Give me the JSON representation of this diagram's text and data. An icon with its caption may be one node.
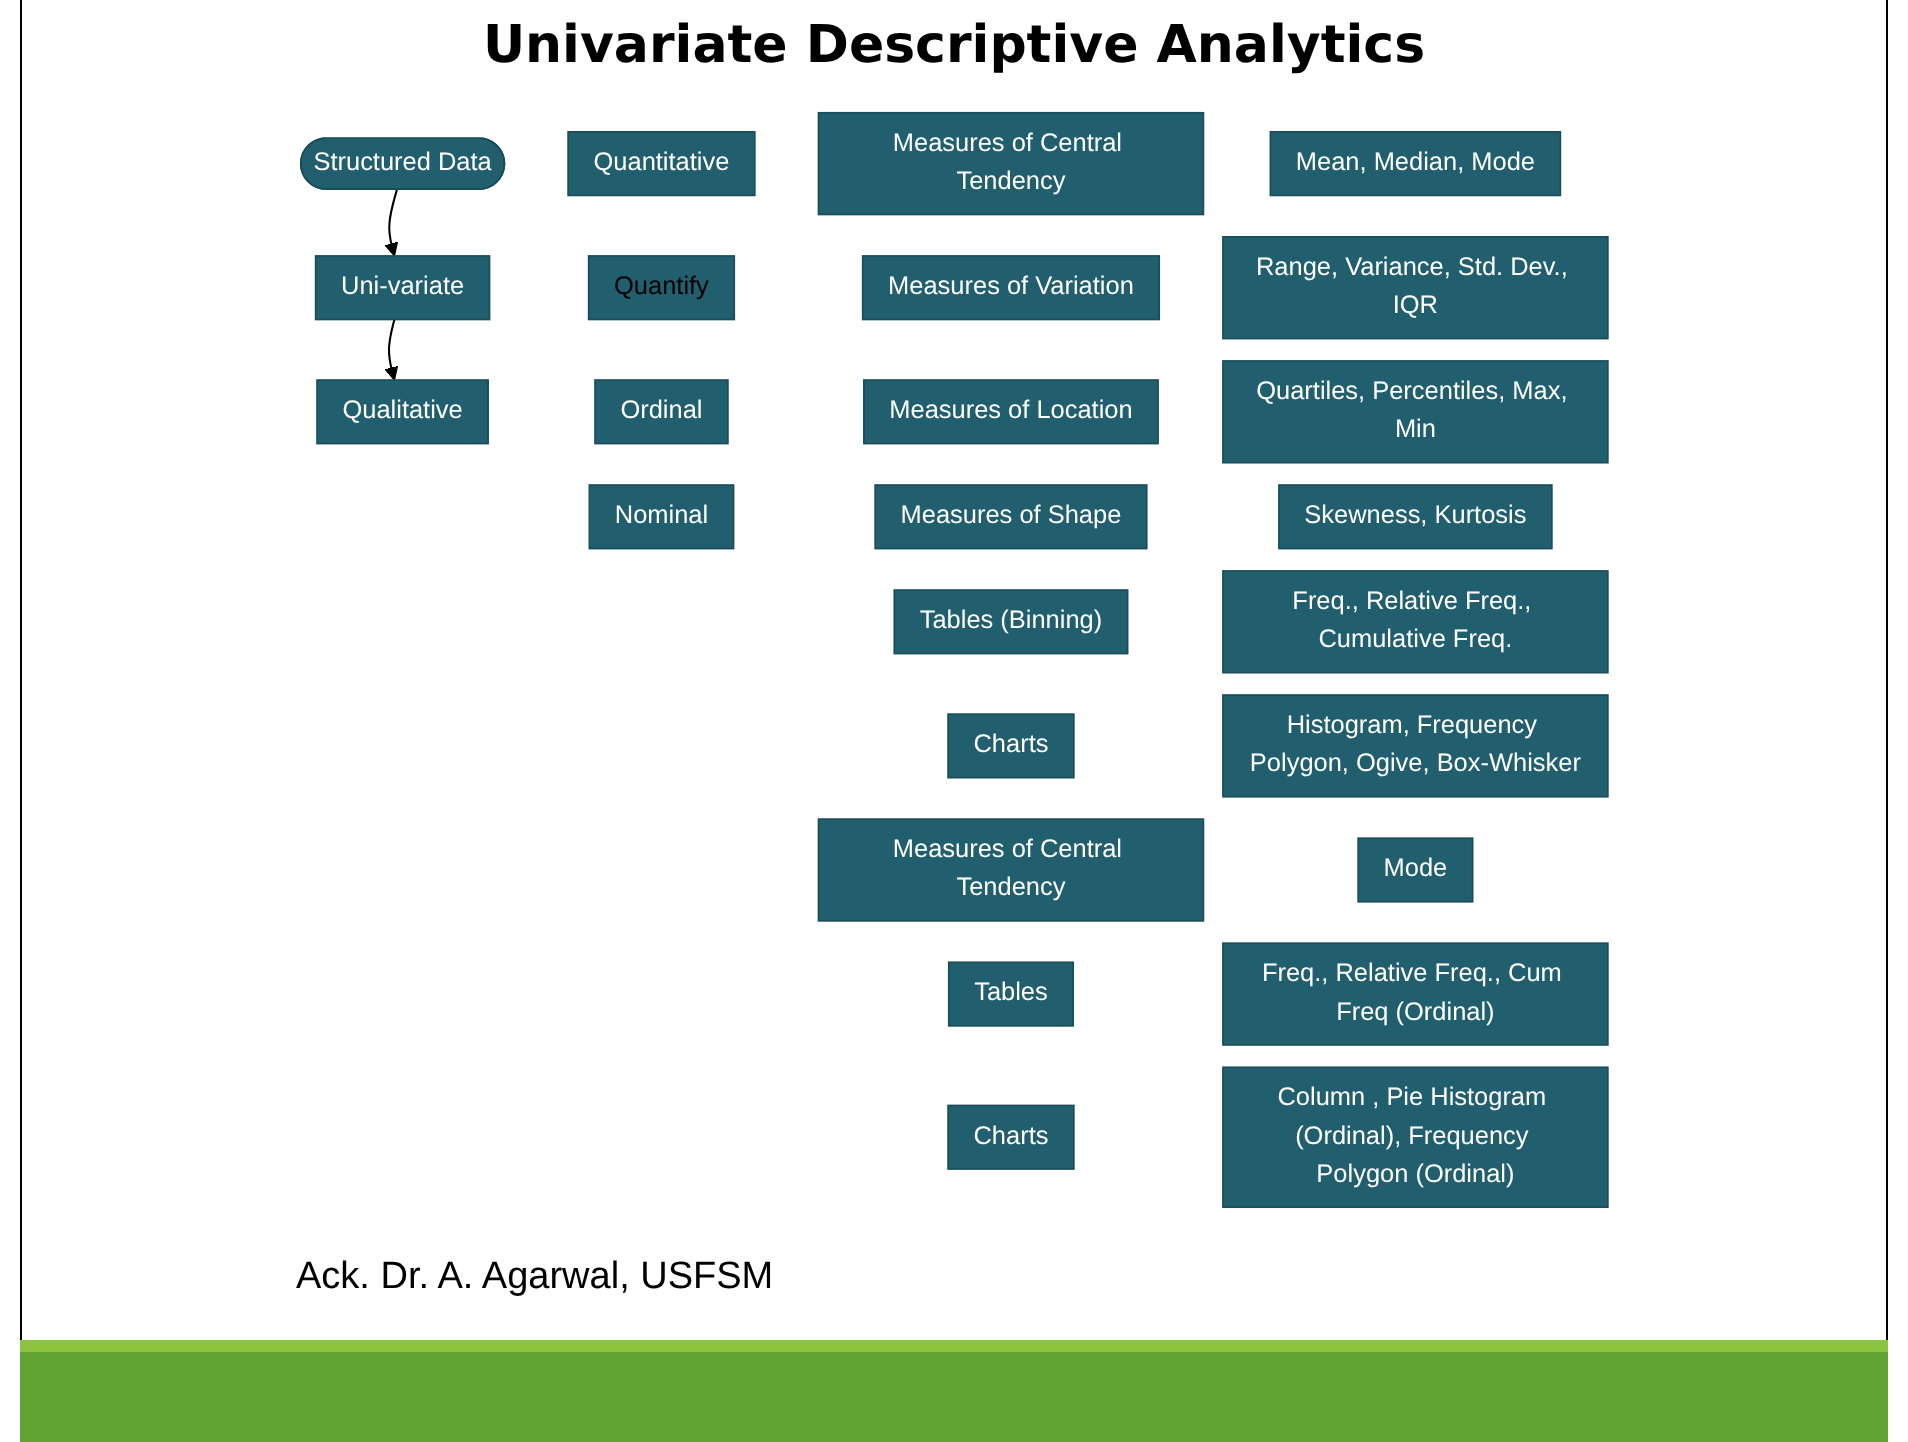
{
  "diagram": {
    "title": "Univariate Descriptive Analytics",
    "nodes": [
      {
        "text": [
          "Structured Data"
        ]
      },
      {
        "text": [
          "Uni-variate"
        ]
      },
      {
        "text": [
          "Qualitative"
        ]
      },
      {
        "text": [
          "Quantitative"
        ]
      },
      {
        "text": [
          "Quantify"
        ]
      },
      {
        "text": [
          "Ordinal"
        ]
      },
      {
        "text": [
          "Nominal"
        ]
      },
      {
        "text": [
          "Measures of Central Tendency"
        ]
      },
      {
        "text": [
          "Measures of Variation"
        ]
      },
      {
        "text": [
          "Measures of Location"
        ]
      },
      {
        "text": [
          "Measures of Shape"
        ]
      },
      {
        "text": [
          "Tables (Binning)"
        ]
      },
      {
        "text": [
          "Charts"
        ]
      },
      {
        "text": [
          "Measures of Central Tendency"
        ]
      },
      {
        "text": [
          "Tables"
        ]
      },
      {
        "text": [
          "Charts"
        ]
      },
      {
        "text": [
          "Mean, Median, Mode"
        ]
      },
      {
        "text": [
          "Range, Variance, Std. Dev., IQR"
        ]
      },
      {
        "text": [
          "Quartiles, Percentiles, Max, Min"
        ]
      },
      {
        "text": [
          "Skewness, Kurtosis"
        ]
      },
      {
        "text": [
          "Freq., Relative Freq., Cumulative Freq."
        ]
      },
      {
        "text": [
          "Histogram, Frequency Polygon, Ogive, Box-Whisker"
        ]
      },
      {
        "text": [
          "Mode"
        ]
      },
      {
        "text": [
          "Freq., Relative Freq., Cum Freq (Ordinal)"
        ]
      },
      {
        "text": [
          "Column , Pie Histogram (Ordinal), Frequency Polygon (Ordinal)"
        ]
      }
    ],
    "edges": [
      {
        "from": 0,
        "to": 1,
        "arrow": "to"
      },
      {
        "from": 1,
        "to": 2,
        "arrow": "to"
      }
    ],
    "labels": [
      "Ack. Dr. A. Agarwal, USFSM"
    ]
  }
}
